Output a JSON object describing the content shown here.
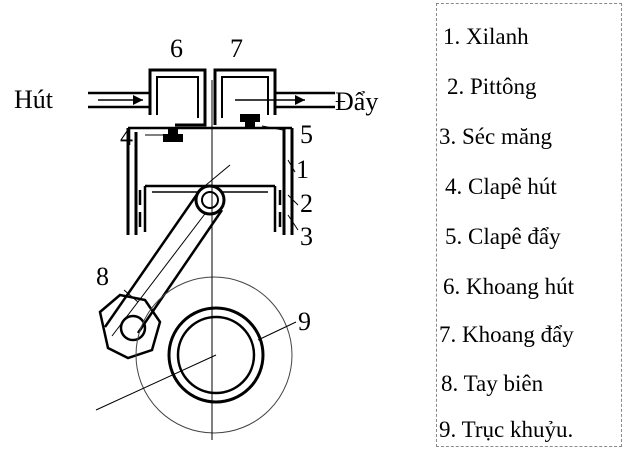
{
  "labels": {
    "suction": "Hút",
    "discharge": "Đẩy",
    "callouts": [
      "1",
      "2",
      "3",
      "4",
      "5",
      "6",
      "7",
      "8",
      "9"
    ]
  },
  "legend": {
    "items": [
      "1. Xilanh",
      "2. Pittông",
      "3. Séc măng",
      "4. Clapê hút",
      "5. Clapê đẩy",
      "6. Khoang hút",
      "7. Khoang đẩy",
      "8. Tay biên",
      "9. Trục khuỷu."
    ]
  }
}
